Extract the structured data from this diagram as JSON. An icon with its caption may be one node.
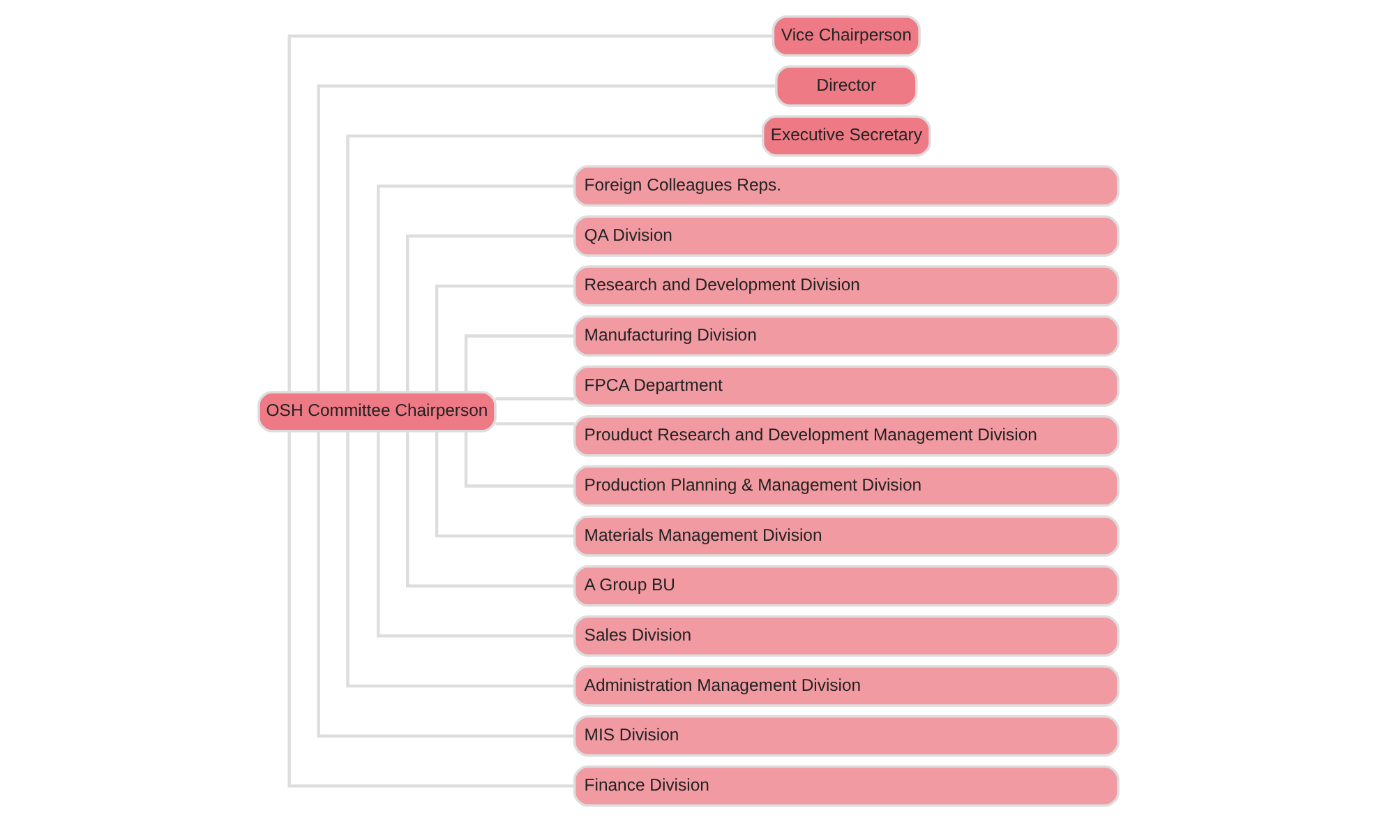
{
  "diagram": {
    "nodes": [
      {
        "text": [
          "OSH Committee Chairperson"
        ]
      },
      {
        "text": [
          "Vice Chairperson"
        ]
      },
      {
        "text": [
          "Director"
        ]
      },
      {
        "text": [
          "Executive Secretary"
        ]
      },
      {
        "text": [
          "Foreign Colleagues Reps."
        ]
      },
      {
        "text": [
          "QA Division"
        ]
      },
      {
        "text": [
          "Research and Development Division"
        ]
      },
      {
        "text": [
          "Manufacturing Division"
        ]
      },
      {
        "text": [
          "FPCA Department"
        ]
      },
      {
        "text": [
          "Prouduct Research and Development Management Division"
        ]
      },
      {
        "text": [
          "Production Planning & Management Division"
        ]
      },
      {
        "text": [
          "Materials Management Division"
        ]
      },
      {
        "text": [
          "A Group BU"
        ]
      },
      {
        "text": [
          "Sales Division"
        ]
      },
      {
        "text": [
          "Administration Management Division"
        ]
      },
      {
        "text": [
          "MIS Division"
        ]
      },
      {
        "text": [
          "Finance Division"
        ]
      }
    ],
    "edges": [
      {
        "from": 0,
        "to": 1,
        "arrow": "none"
      },
      {
        "from": 0,
        "to": 2,
        "arrow": "none"
      },
      {
        "from": 0,
        "to": 3,
        "arrow": "none"
      },
      {
        "from": 0,
        "to": 4,
        "arrow": "none"
      },
      {
        "from": 0,
        "to": 5,
        "arrow": "none"
      },
      {
        "from": 0,
        "to": 6,
        "arrow": "none"
      },
      {
        "from": 0,
        "to": 7,
        "arrow": "none"
      },
      {
        "from": 0,
        "to": 8,
        "arrow": "none"
      },
      {
        "from": 0,
        "to": 9,
        "arrow": "none"
      },
      {
        "from": 0,
        "to": 10,
        "arrow": "none"
      },
      {
        "from": 0,
        "to": 11,
        "arrow": "none"
      },
      {
        "from": 0,
        "to": 12,
        "arrow": "none"
      },
      {
        "from": 0,
        "to": 13,
        "arrow": "none"
      },
      {
        "from": 0,
        "to": 14,
        "arrow": "none"
      },
      {
        "from": 0,
        "to": 15,
        "arrow": "none"
      },
      {
        "from": 0,
        "to": 16,
        "arrow": "none"
      }
    ]
  }
}
